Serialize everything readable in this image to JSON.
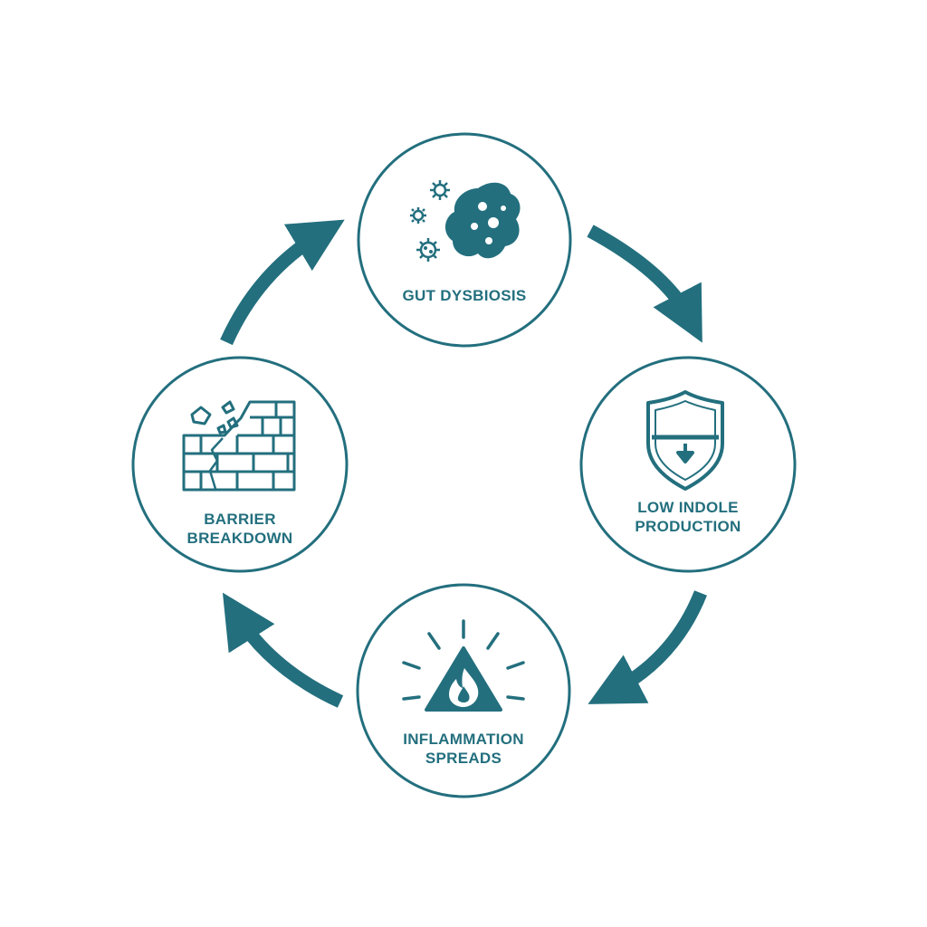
{
  "colors": {
    "accent": "#236f7e",
    "background": "#ffffff"
  },
  "nodes": [
    {
      "id": "gut-dysbiosis",
      "icon": "microbes-icon",
      "lines": [
        "GUT DYSBIOSIS"
      ]
    },
    {
      "id": "low-indole-production",
      "icon": "shield-down-arrow-icon",
      "lines": [
        "LOW INDOLE",
        "PRODUCTION"
      ]
    },
    {
      "id": "inflammation-spreads",
      "icon": "flame-warning-icon",
      "lines": [
        "INFLAMMATION",
        "SPREADS"
      ]
    },
    {
      "id": "barrier-breakdown",
      "icon": "broken-brick-wall-icon",
      "lines": [
        "BARRIER",
        "BREAKDOWN"
      ]
    }
  ],
  "flow": {
    "direction": "clockwise",
    "arrows": [
      {
        "from": "gut-dysbiosis",
        "to": "low-indole-production"
      },
      {
        "from": "low-indole-production",
        "to": "inflammation-spreads"
      },
      {
        "from": "inflammation-spreads",
        "to": "barrier-breakdown"
      },
      {
        "from": "barrier-breakdown",
        "to": "gut-dysbiosis"
      }
    ]
  }
}
